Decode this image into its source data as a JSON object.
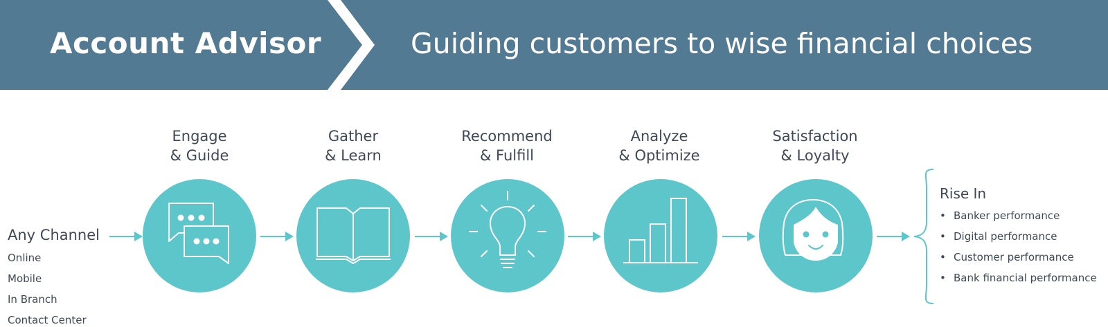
{
  "banner": {
    "title": "Account Advisor",
    "tagline": "Guiding customers to wise financial choices",
    "color": "#527a93"
  },
  "accent_color": "#5cc6cb",
  "channels": {
    "title": "Any Channel",
    "items": [
      "Online",
      "Mobile",
      "In Branch",
      "Contact Center"
    ]
  },
  "stages": [
    {
      "line1": "Engage",
      "line2": "& Guide",
      "icon": "chat-bubbles-icon"
    },
    {
      "line1": "Gather",
      "line2": "& Learn",
      "icon": "open-book-icon"
    },
    {
      "line1": "Recommend",
      "line2": "& Fulfill",
      "icon": "lightbulb-icon"
    },
    {
      "line1": "Analyze",
      "line2": "& Optimize",
      "icon": "bar-chart-icon"
    },
    {
      "line1": "Satisfaction",
      "line2": "& Loyalty",
      "icon": "smiling-face-icon"
    }
  ],
  "outcomes": {
    "title": "Rise In",
    "items": [
      "Banker performance",
      "Digital performance",
      "Customer performance",
      "Bank financial performance"
    ]
  }
}
